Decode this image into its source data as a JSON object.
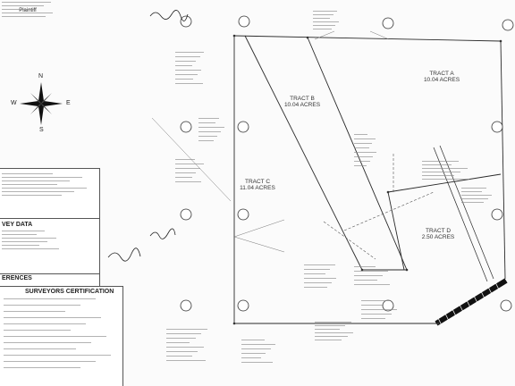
{
  "header": {
    "owner_name": "Plaintiff"
  },
  "compass": {
    "north": "N",
    "south": "S",
    "east": "E",
    "west": "W"
  },
  "tracts": [
    {
      "name": "TRACT A",
      "acres": "10.04 ACRES"
    },
    {
      "name": "TRACT B",
      "acres": "10.04 ACRES"
    },
    {
      "name": "TRACT C",
      "acres": "11.04 ACRES"
    },
    {
      "name": "TRACT D",
      "acres": "2.50 ACRES"
    }
  ],
  "sections": {
    "survey_data": "VEY DATA",
    "references": "ERENCES",
    "certification": "SURVEYORS CERTIFICATION"
  },
  "colors": {
    "line": "#2a2a2a",
    "fine_text": "#8a8a8a",
    "paper": "#fbfbfb"
  }
}
